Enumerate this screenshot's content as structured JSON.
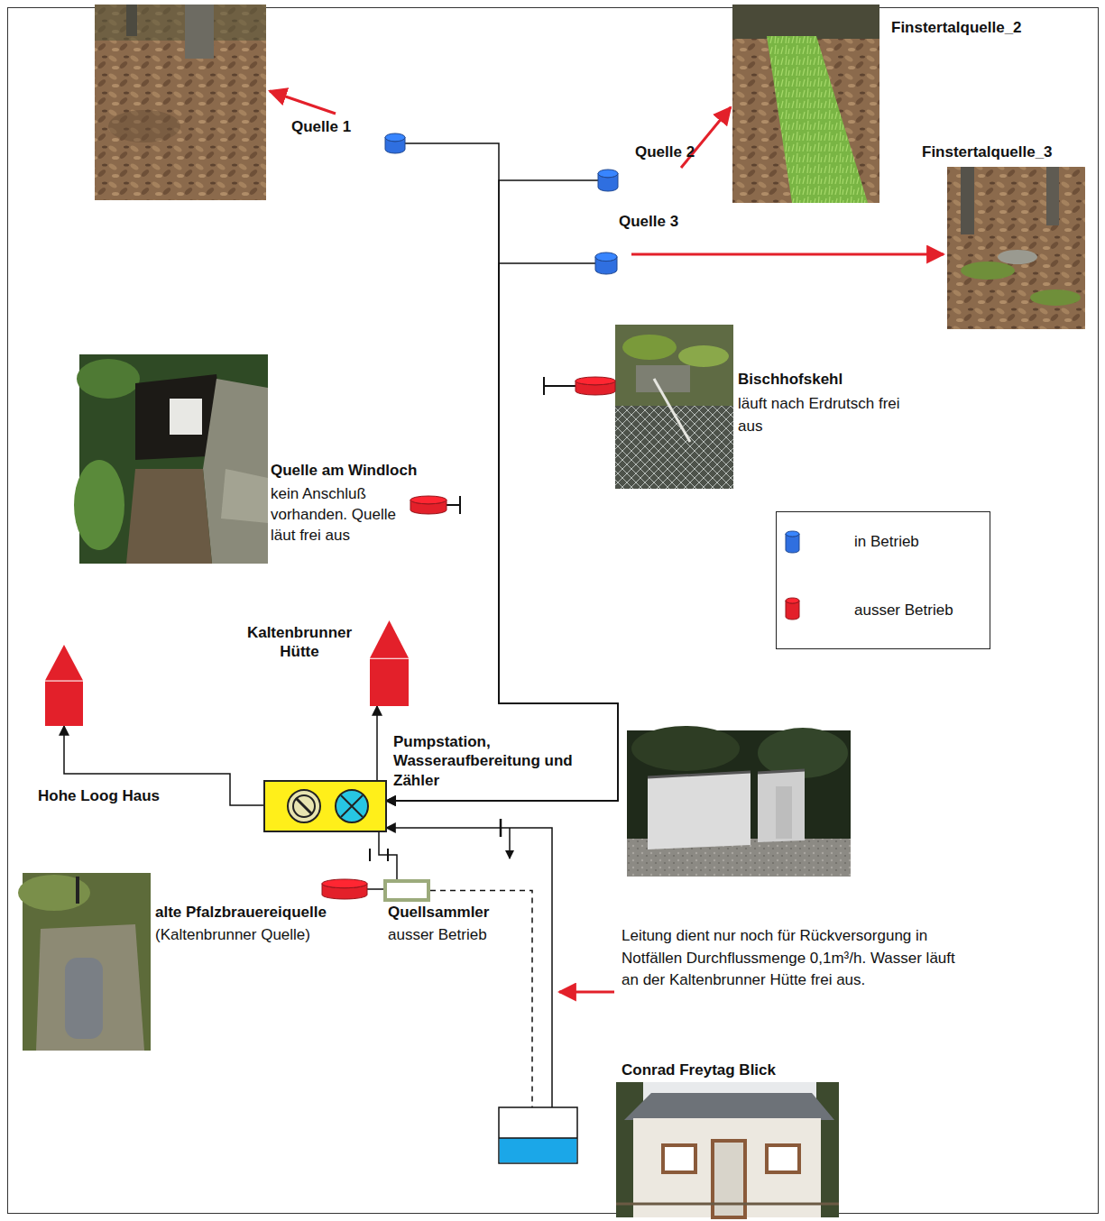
{
  "diagram": {
    "nodes": [
      {
        "text": [
          "Quelle 1"
        ]
      },
      {
        "text": [
          "Quelle 2"
        ]
      },
      {
        "text": [
          "Quelle 3"
        ]
      },
      {
        "text": [
          "Bischhofskehl",
          "läuft nach Erdrutsch frei aus"
        ]
      },
      {
        "text": [
          "Quelle am Windloch",
          "kein Anschluß vorhanden. Quelle läut frei aus"
        ]
      },
      {
        "text": [
          "Kaltenbrunner Hütte"
        ]
      },
      {
        "text": [
          "Hohe Loog Haus"
        ]
      },
      {
        "text": [
          "Pumpstation, Wasseraufbereitung und Zähler"
        ]
      },
      {
        "text": [
          "alte Pfalzbrauereiquelle",
          "(Kaltenbrunner Quelle)"
        ]
      },
      {
        "text": [
          "Quellsammler",
          "ausser Betrieb"
        ]
      },
      {
        "text": [
          "Conrad Freytag Blick"
        ]
      }
    ],
    "edges": [
      {
        "from": 0,
        "to": 7,
        "arrow": "to"
      },
      {
        "from": 1,
        "to": 7,
        "arrow": "to"
      },
      {
        "from": 2,
        "to": 7,
        "arrow": "to"
      },
      {
        "from": 7,
        "to": 5,
        "arrow": "to"
      },
      {
        "from": 7,
        "to": 6,
        "arrow": "to"
      },
      {
        "from": 10,
        "to": 7,
        "arrow": "to"
      },
      {
        "from": 8,
        "to": 9,
        "arrow": "none"
      },
      {
        "from": 9,
        "to": 7,
        "arrow": "none"
      },
      {
        "from": 9,
        "to": 10,
        "arrow": "none"
      }
    ],
    "labels": [
      "Finstertalquelle_2",
      "Finstertalquelle_3",
      "Leitung dient nur noch für Rückversorgung in Notfällen Durchflussmenge 0,1m³/h. Wasser läuft an der Kaltenbrunner Hütte frei aus."
    ],
    "legend": [
      {
        "text": "in Betrieb",
        "color": "#2f6fe0"
      },
      {
        "text": "ausser Betrieb",
        "color": "#e3202a"
      }
    ]
  }
}
